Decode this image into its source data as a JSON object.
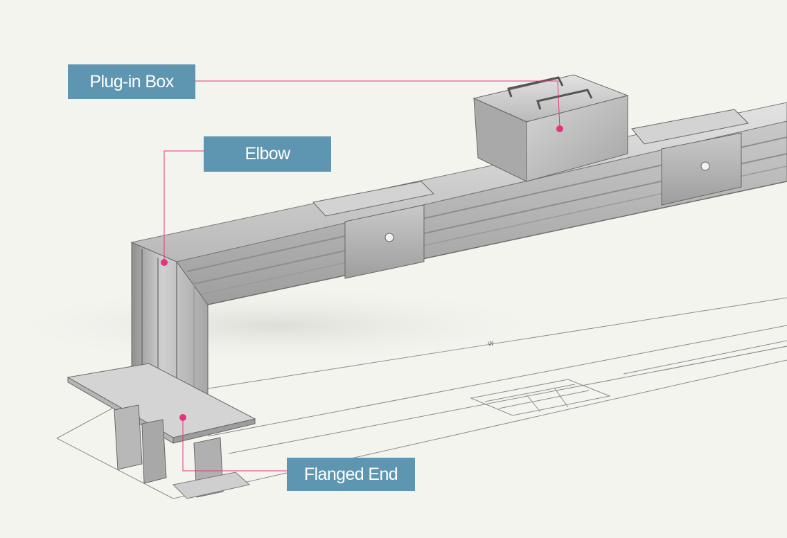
{
  "callouts": {
    "plug_in_box": "Plug-in Box",
    "elbow": "Elbow",
    "flanged_end": "Flanged End"
  },
  "drawing": {
    "dimension_text": "W"
  },
  "colors": {
    "label_background": "#5e95b1",
    "label_text": "#ffffff",
    "leader_line": "#e6337f",
    "background": "#f4f4ef"
  }
}
